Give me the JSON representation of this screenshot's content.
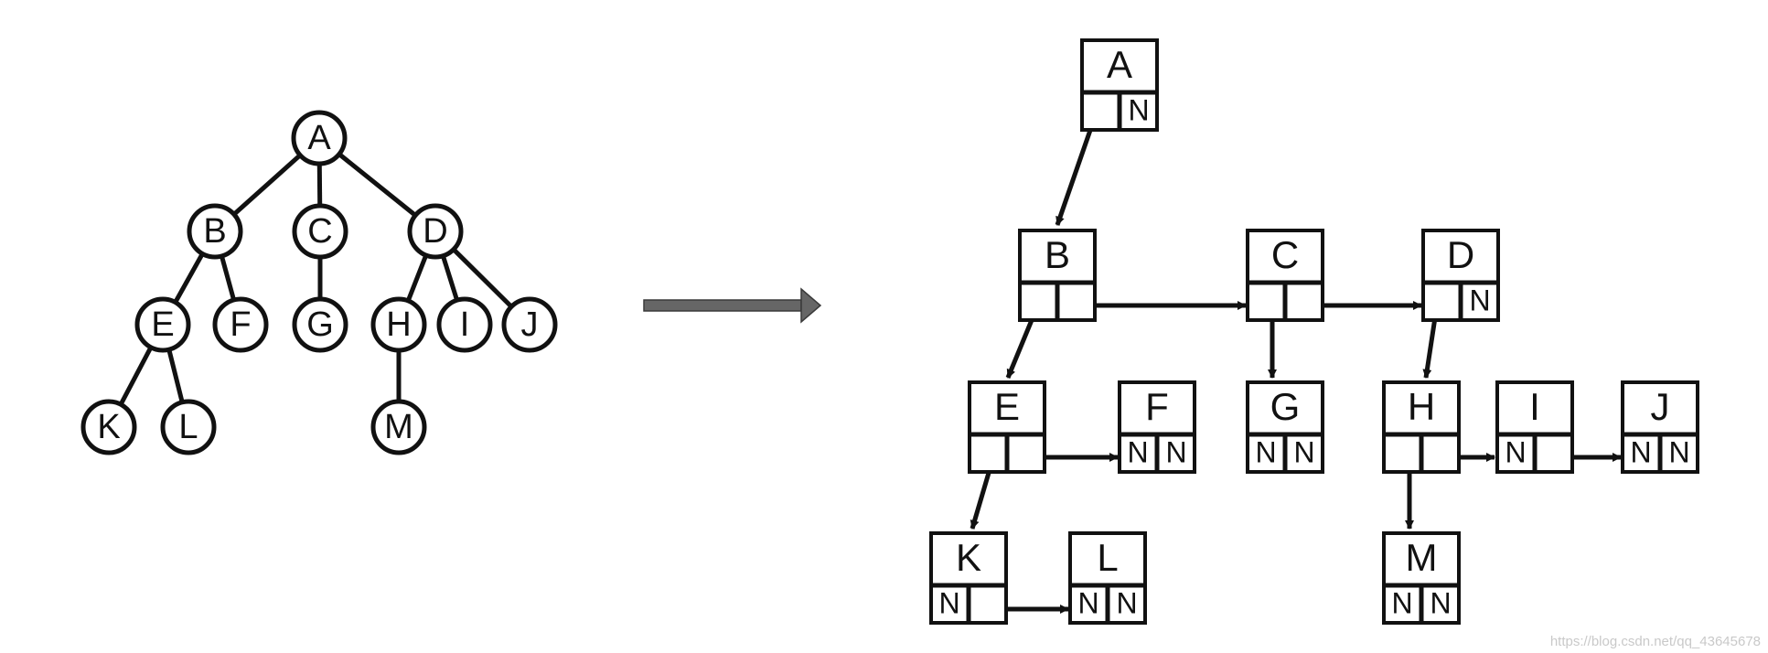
{
  "tree": {
    "nodes": [
      "A",
      "B",
      "C",
      "D",
      "E",
      "F",
      "G",
      "H",
      "I",
      "J",
      "K",
      "L",
      "M"
    ]
  },
  "linked": {
    "nodes": {
      "A": {
        "label": "A",
        "first": "",
        "next": "N"
      },
      "B": {
        "label": "B",
        "first": "",
        "next": ""
      },
      "C": {
        "label": "C",
        "first": "",
        "next": ""
      },
      "D": {
        "label": "D",
        "first": "",
        "next": "N"
      },
      "E": {
        "label": "E",
        "first": "",
        "next": ""
      },
      "F": {
        "label": "F",
        "first": "N",
        "next": "N"
      },
      "G": {
        "label": "G",
        "first": "N",
        "next": "N"
      },
      "H": {
        "label": "H",
        "first": "",
        "next": ""
      },
      "I": {
        "label": "I",
        "first": "N",
        "next": ""
      },
      "J": {
        "label": "J",
        "first": "N",
        "next": "N"
      },
      "K": {
        "label": "K",
        "first": "N",
        "next": ""
      },
      "L": {
        "label": "L",
        "first": "N",
        "next": "N"
      },
      "M": {
        "label": "M",
        "first": "N",
        "next": "N"
      }
    }
  },
  "colors": {
    "line": "#111111",
    "arrow_gray": "#666666",
    "watermark": "#c9c9c9"
  },
  "watermark": "https://blog.csdn.net/qq_43645678"
}
